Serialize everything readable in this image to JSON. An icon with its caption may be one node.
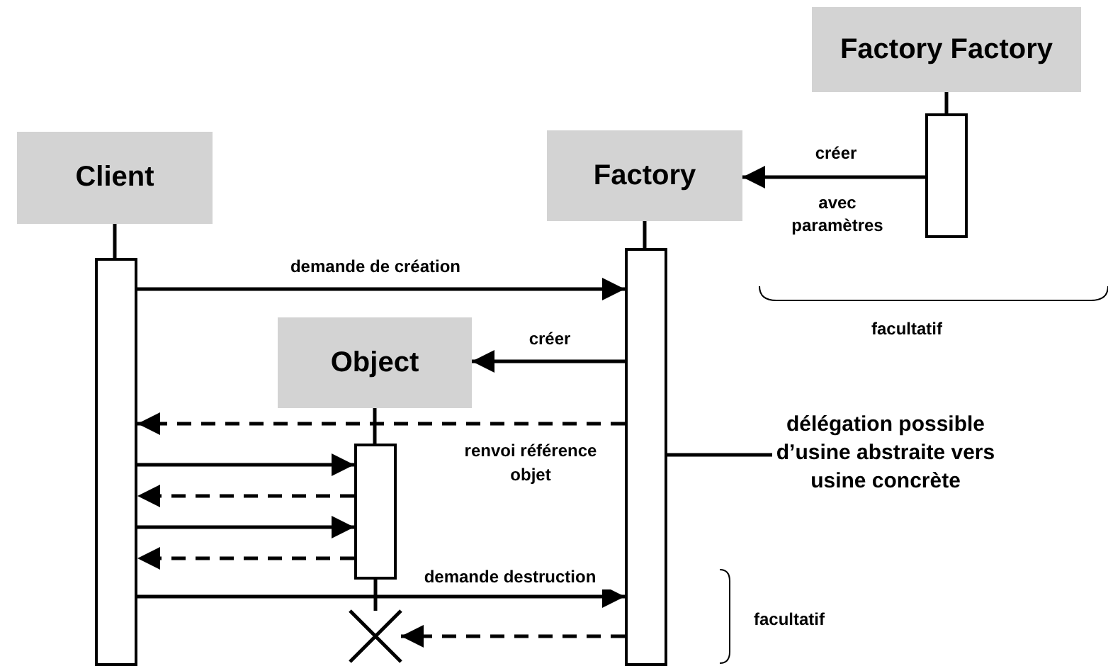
{
  "diagram": {
    "nodes": [
      {
        "text": [
          "Factory Factory"
        ]
      },
      {
        "text": [
          "Client"
        ]
      },
      {
        "text": [
          "Factory"
        ]
      },
      {
        "text": [
          "Object"
        ]
      },
      {
        "text": [],
        "shape": "bar"
      },
      {
        "text": [],
        "shape": "bar"
      },
      {
        "text": [],
        "shape": "bar"
      },
      {
        "text": [],
        "shape": "bar"
      },
      {
        "text": [],
        "shape": "cross"
      },
      {
        "text": [
          "délégation possible d’usine abstraite vers usine concrète"
        ]
      }
    ],
    "edges": [
      {
        "from": 0,
        "to": 4,
        "arrow": "none"
      },
      {
        "from": 4,
        "to": 2,
        "arrow": "to",
        "label": "créer"
      },
      {
        "from": 1,
        "to": 5,
        "arrow": "none"
      },
      {
        "from": 2,
        "to": 6,
        "arrow": "none"
      },
      {
        "from": 5,
        "to": 6,
        "arrow": "to",
        "label": "demande de création"
      },
      {
        "from": 6,
        "to": 3,
        "arrow": "to",
        "label": "créer"
      },
      {
        "from": 6,
        "to": 5,
        "arrow": "to",
        "style": "dashed",
        "label": "renvoi référence objet"
      },
      {
        "from": 3,
        "to": 7,
        "arrow": "none"
      },
      {
        "from": 5,
        "to": 7,
        "arrow": "to"
      },
      {
        "from": 7,
        "to": 5,
        "arrow": "to",
        "style": "dashed"
      },
      {
        "from": 5,
        "to": 7,
        "arrow": "to"
      },
      {
        "from": 7,
        "to": 5,
        "arrow": "to",
        "style": "dashed"
      },
      {
        "from": 5,
        "to": 6,
        "arrow": "to",
        "label": "demande destruction"
      },
      {
        "from": 7,
        "to": 8,
        "arrow": "none"
      },
      {
        "from": 6,
        "to": 8,
        "arrow": "to",
        "style": "dashed"
      },
      {
        "from": 9,
        "to": 6,
        "arrow": "none"
      }
    ],
    "labels": [
      "avec paramètres",
      "facultatif",
      "facultatif"
    ]
  }
}
